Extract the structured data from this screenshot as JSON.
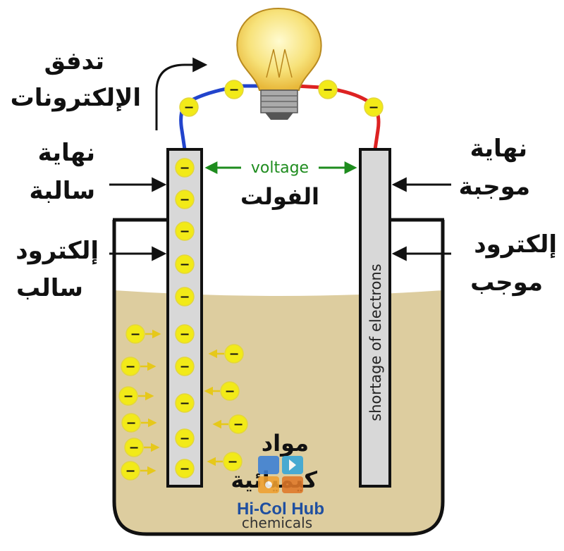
{
  "labels": {
    "electron_flow": [
      "تدفق",
      "الإلكترونات"
    ],
    "negative_terminal": [
      "نهاية",
      "سالبة"
    ],
    "negative_electrode": [
      "إلكترود",
      "سالب"
    ],
    "positive_terminal": [
      "نهاية",
      "موجبة"
    ],
    "positive_electrode": [
      "إلكترود",
      "موجب"
    ],
    "voltage_en": "voltage",
    "voltage_ar": "الفولت",
    "shortage": "shortage of electrons",
    "chemicals_ar": [
      "مواد",
      "كيميائية"
    ],
    "chemicals_en": "chemicals"
  },
  "electron_symbol": "−",
  "watermark": {
    "text": "Hi-Col Hub"
  },
  "colors": {
    "electrolyte": "#ddcd9f",
    "electron_fill": "#f2ea18",
    "wire_negative": "#2244cc",
    "wire_positive": "#dd2222",
    "voltage_arrow": "#1e8c1e",
    "electrode": "#d8d8d8",
    "bulb": "#f7e27a"
  }
}
